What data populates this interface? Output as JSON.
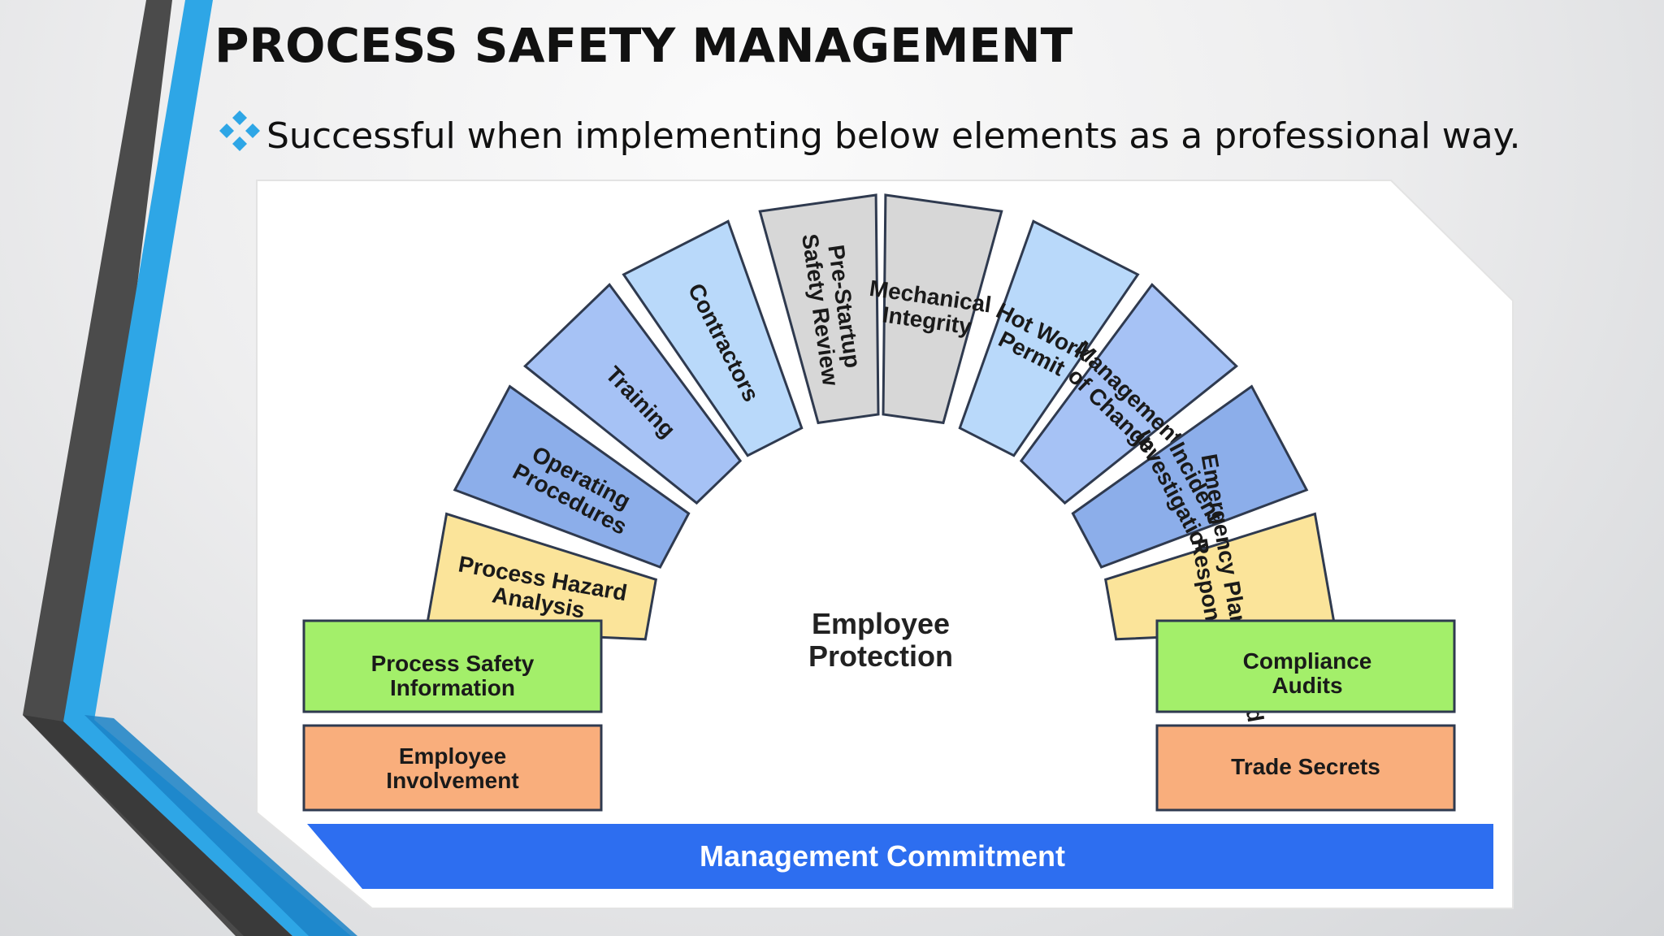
{
  "slide": {
    "title": "PROCESS SAFETY MANAGEMENT",
    "subtitle": "Successful when implementing below elements as a professional way.",
    "bullet_icon": "diamond-cluster-bullet"
  },
  "diagram": {
    "center": [
      "Employee",
      "Protection"
    ],
    "base": "Management Commitment",
    "left_boxes": [
      {
        "lines": [
          "Employee",
          "Involvement"
        ],
        "color": "#f9ae7c"
      },
      {
        "lines": [
          "Process Safety",
          "Information"
        ],
        "color": "#a3ef6a"
      }
    ],
    "right_boxes": [
      {
        "lines": [
          "Trade Secrets"
        ],
        "color": "#f9ae7c"
      },
      {
        "lines": [
          "Compliance",
          "Audits"
        ],
        "color": "#a3ef6a"
      }
    ],
    "arc_elements": [
      {
        "lines": [
          "Process Hazard",
          "Analysis"
        ],
        "color": "#fbe49a"
      },
      {
        "lines": [
          "Operating",
          "Procedures"
        ],
        "color": "#8caeea"
      },
      {
        "lines": [
          "Training"
        ],
        "color": "#a6c2f5"
      },
      {
        "lines": [
          "Contractors"
        ],
        "color": "#b9d9fa"
      },
      {
        "lines": [
          "Pre-Startup",
          "Safety Review"
        ],
        "color": "#d7d7d7"
      },
      {
        "lines": [
          "Mechanical",
          "Integrity"
        ],
        "color": "#d7d7d7"
      },
      {
        "lines": [
          "Hot Work",
          "Permit"
        ],
        "color": "#b9d9fa"
      },
      {
        "lines": [
          "Management",
          "of Change"
        ],
        "color": "#a6c2f5"
      },
      {
        "lines": [
          "Incident",
          "Investigation"
        ],
        "color": "#8caeea"
      },
      {
        "lines": [
          "Emergency Planning and",
          "Response"
        ],
        "color": "#fbe49a"
      }
    ],
    "colors": {
      "base": "#2d6ef0",
      "outline": "#2f3a4f",
      "panel": "#ffffff"
    }
  }
}
